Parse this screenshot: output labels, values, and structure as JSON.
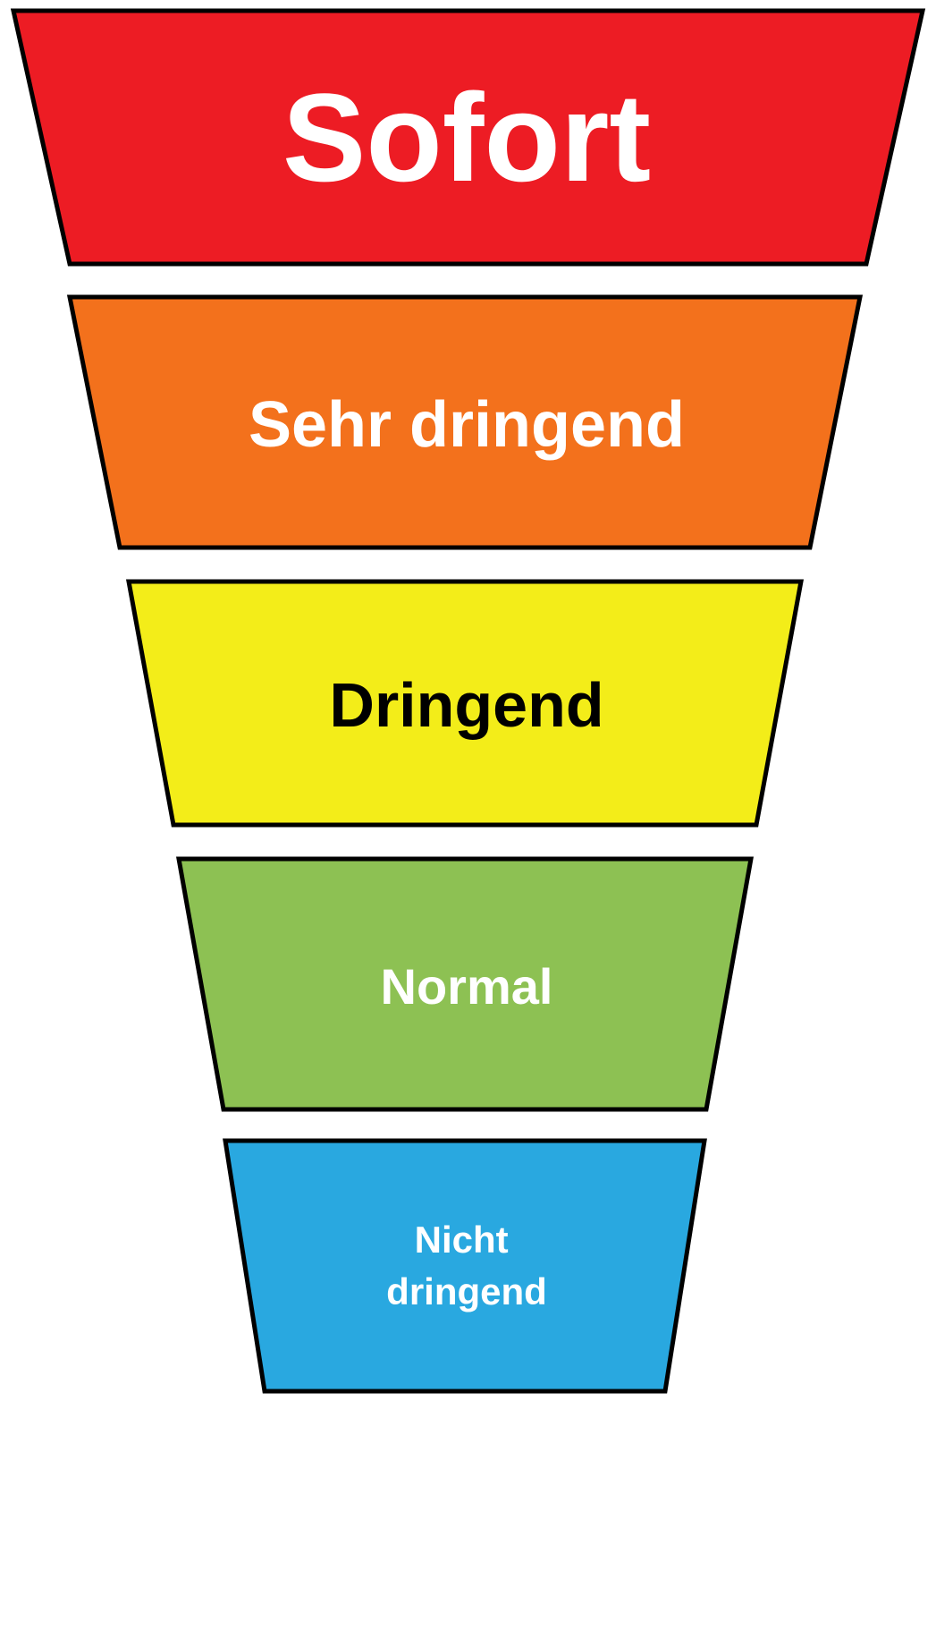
{
  "funnel": {
    "type": "funnel",
    "outline_color": "#000000",
    "background_color": "#FFFFFF",
    "levels": [
      {
        "label": "Sofort",
        "fill": "#ED1C24",
        "text_color": "#FFFFFF"
      },
      {
        "label": "Sehr dringend",
        "fill": "#F3711C",
        "text_color": "#FFFFFF"
      },
      {
        "label": "Dringend",
        "fill": "#F3ED19",
        "text_color": "#000000"
      },
      {
        "label": "Normal",
        "fill": "#8DC153",
        "text_color": "#FFFFFF"
      },
      {
        "label": "Nicht dringend",
        "lines": [
          "Nicht",
          "dringend"
        ],
        "fill": "#29A8E0",
        "text_color": "#FFFFFF"
      }
    ]
  }
}
